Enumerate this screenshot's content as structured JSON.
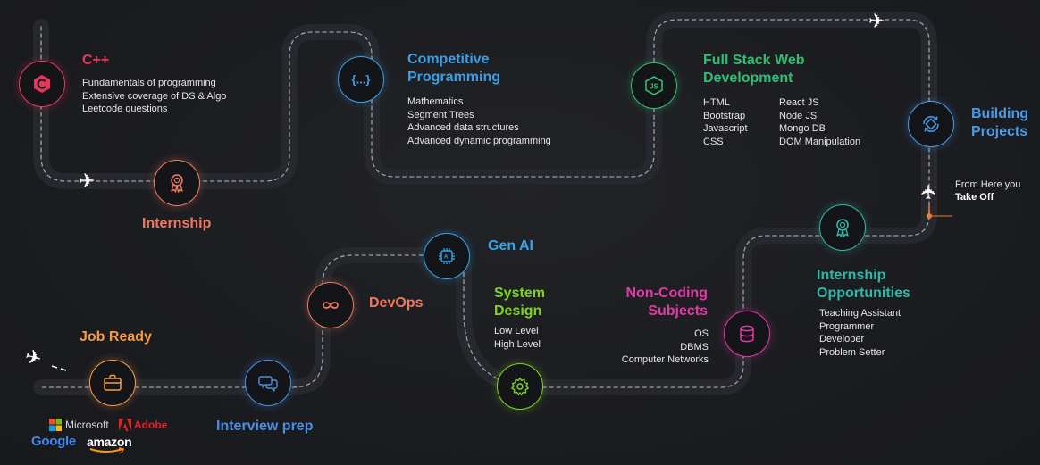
{
  "colors": {
    "cpp": "#e8365d",
    "competitive": "#3a9fe5",
    "fullstack": "#2fbf71",
    "building": "#4a9be8",
    "internship": "#f07860",
    "genai": "#33a6ea",
    "devops": "#f07860",
    "system": "#7ed321",
    "noncoding": "#e03aa5",
    "opportunities": "#2fb8a8",
    "jobready": "#f59b42",
    "interview": "#4a90e2"
  },
  "icons": {
    "cpp": "cpp-logo-icon",
    "competitive": "curly-braces-icon",
    "fullstack": "nodejs-logo-icon",
    "building": "cycle-arrows-icon",
    "internship": "award-ribbon-icon",
    "genai": "ai-chip-icon",
    "devops": "infinity-icon",
    "system": "gear-icon",
    "noncoding": "database-icon",
    "opportunities": "award-ribbon-icon",
    "jobready": "briefcase-icon",
    "interview": "chat-bubbles-icon"
  },
  "cpp": {
    "title": "C++",
    "items": [
      "Fundamentals of programming",
      "Extensive coverage of DS & Algo",
      "Leetcode questions"
    ]
  },
  "competitive": {
    "title_line1": "Competitive",
    "title_line2": "Programming",
    "items": [
      "Mathematics",
      "Segment Trees",
      "Advanced data structures",
      "Advanced dynamic programming"
    ]
  },
  "fullstack": {
    "title_line1": "Full Stack Web",
    "title_line2": "Development",
    "col1": [
      "HTML",
      "Bootstrap",
      "Javascript",
      "CSS"
    ],
    "col2": [
      "React JS",
      "Node JS",
      "Mongo DB",
      "DOM Manipulation"
    ]
  },
  "building": {
    "title_line1": "Building",
    "title_line2": "Projects"
  },
  "takeoff": {
    "line1": "From Here you",
    "line2": "Take Off"
  },
  "internship": {
    "title": "Internship"
  },
  "genai": {
    "title": "Gen AI",
    "chip_text": "AI"
  },
  "devops": {
    "title": "DevOps"
  },
  "system": {
    "title_line1": "System",
    "title_line2": "Design",
    "items": [
      "Low Level",
      "High Level"
    ]
  },
  "noncoding": {
    "title_line1": "Non-Coding",
    "title_line2": "Subjects",
    "items": [
      "OS",
      "DBMS",
      "Computer Networks"
    ]
  },
  "opportunities": {
    "title_line1": "Internship",
    "title_line2": "Opportunities",
    "items": [
      "Teaching Assistant",
      "Programmer",
      "Developer",
      "Problem Setter"
    ]
  },
  "jobready": {
    "title": "Job Ready"
  },
  "interview": {
    "title": "Interview prep"
  },
  "companies": {
    "microsoft": "Microsoft",
    "adobe": "Adobe",
    "google": "Google",
    "amazon": "amazon"
  }
}
